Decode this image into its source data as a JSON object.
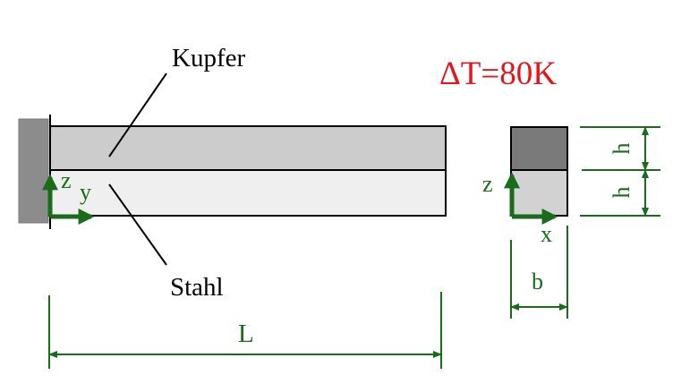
{
  "labels": {
    "kupfer": "Kupfer",
    "stahl": "Stahl",
    "delta_t": "ΔT=80K",
    "length": "L",
    "width": "b",
    "height_top": "h",
    "height_bottom": "h",
    "axis_z_beam": "z",
    "axis_y_beam": "y",
    "axis_z_section": "z",
    "axis_x_section": "x"
  },
  "colors": {
    "dimension_green": "#1a6b1a",
    "delta_red": "#e8141c",
    "copper_fill": "#cccccc",
    "steel_fill": "#efefef",
    "copper_section_fill": "#7a7a7a",
    "steel_section_fill": "#d2d2d2",
    "wall_fill": "#8c8c8c",
    "outline": "#000000"
  }
}
